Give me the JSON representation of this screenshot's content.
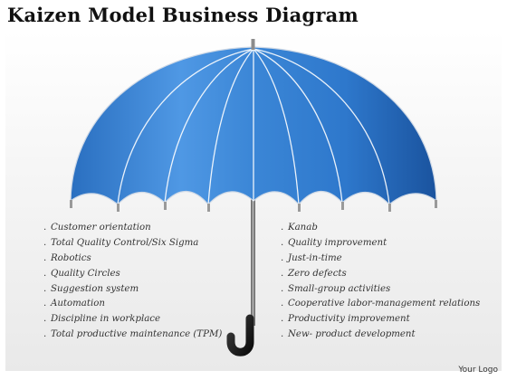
{
  "title": "Kaizen Model Business Diagram",
  "left_items": [
    "Customer orientation",
    "Total Quality Control/Six Sigma",
    "Robotics",
    "Quality Circles",
    "Suggestion system",
    "Automation",
    "Discipline in workplace",
    "Total productive maintenance (TPM)"
  ],
  "right_items": [
    "Kanab",
    "Quality improvement",
    "Just-in-time",
    "Zero defects",
    "Small-group activities",
    "Cooperative labor-management relations",
    "Productivity improvement",
    "New- product development"
  ],
  "logo": "Your Logo",
  "colors": {
    "canopy_light": "#5aa3ea",
    "canopy_dark": "#1f5fae",
    "rib": "#ffffff",
    "handle": "#222222",
    "shaft": "#8a8a8a"
  }
}
